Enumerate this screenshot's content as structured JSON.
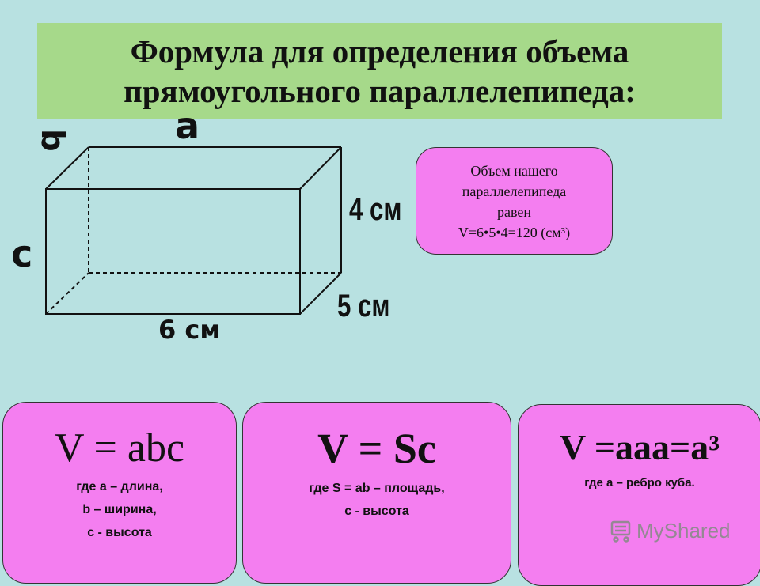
{
  "title": {
    "line1": "Формула для определения объема",
    "line2": "прямоугольного параллелепипеда:"
  },
  "diagram": {
    "label_a": "a",
    "label_b": "b",
    "label_c": "c",
    "height_dim": "4 см",
    "depth_dim": "5 см",
    "length_dim": "6 см"
  },
  "note": {
    "line1": "Объем нашего",
    "line2": "параллелепипеда",
    "line3": "равен",
    "line4": "V=6•5•4=120 (см³)"
  },
  "cards": [
    {
      "formula": "V = abc",
      "desc": [
        "где а – длина,",
        "b – ширина,",
        "c - высота"
      ]
    },
    {
      "formula": "V = Sc",
      "desc": [
        "где S = ab – площадь,",
        "c - высота"
      ]
    },
    {
      "formula": "V =aaa=a³",
      "desc": [
        "где а – ребро куба."
      ]
    }
  ],
  "watermark": {
    "text": "MyShared"
  },
  "colors": {
    "background": "#b8e1e1",
    "title_bg": "#a6d98a",
    "card_bg": "#f47ef0"
  }
}
